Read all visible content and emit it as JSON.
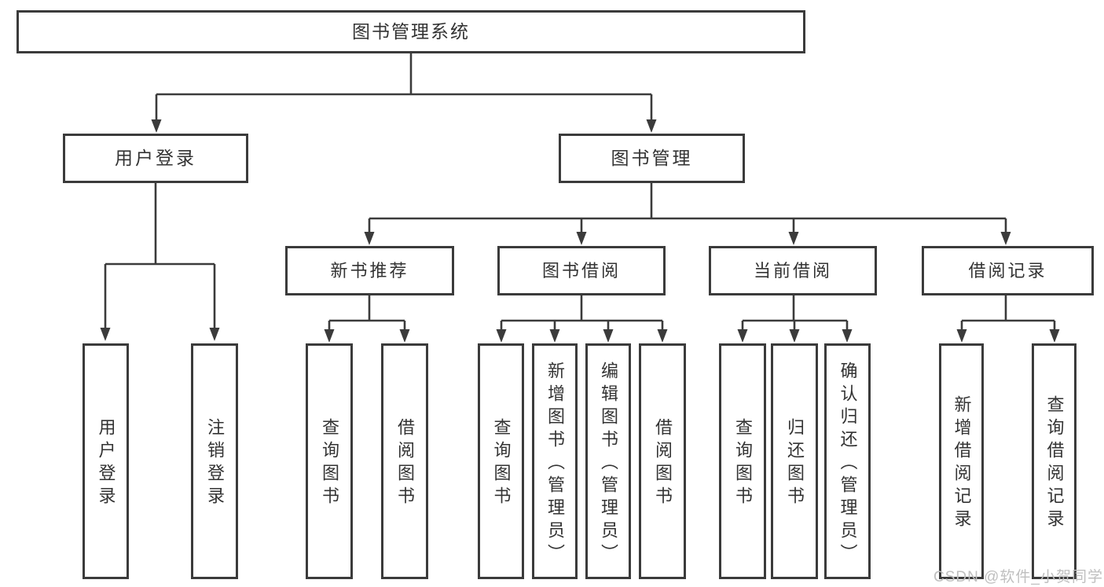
{
  "diagram_title": "图书管理系统",
  "tree": {
    "label": "图书管理系统",
    "children": [
      {
        "label": "用户登录",
        "children": [
          {
            "label": "用户登录"
          },
          {
            "label": "注销登录"
          }
        ]
      },
      {
        "label": "图书管理",
        "children": [
          {
            "label": "新书推荐",
            "children": [
              {
                "label": "查询图书"
              },
              {
                "label": "借阅图书"
              }
            ]
          },
          {
            "label": "图书借阅",
            "children": [
              {
                "label": "查询图书"
              },
              {
                "label": "新增图书（管理员）"
              },
              {
                "label": "编辑图书（管理员）"
              },
              {
                "label": "借阅图书"
              }
            ]
          },
          {
            "label": "当前借阅",
            "children": [
              {
                "label": "查询图书"
              },
              {
                "label": "归还图书"
              },
              {
                "label": "确认归还（管理员）"
              }
            ]
          },
          {
            "label": "借阅记录",
            "children": [
              {
                "label": "新增借阅记录"
              },
              {
                "label": "查询借阅记录"
              }
            ]
          }
        ]
      }
    ]
  },
  "watermark": "CSDN @软件_小贺同学",
  "colors": {
    "background": "#ffffff",
    "line": "#3b3b3b",
    "box_border": "#3b3b3b",
    "text": "#333333",
    "watermark": "#bfbfbf"
  }
}
